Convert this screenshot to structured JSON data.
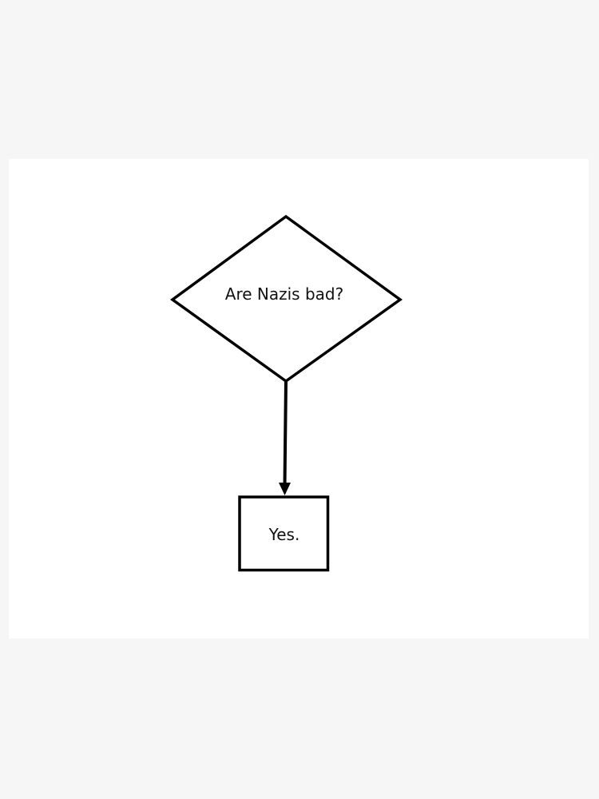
{
  "diagram": {
    "type": "flowchart",
    "colors": {
      "page_background": "#f6f6f6",
      "card_background": "#ffffff",
      "stroke": "#000000",
      "text": "#111111"
    },
    "nodes": [
      {
        "id": "decision",
        "shape": "diamond",
        "label": "Are Nazis bad?"
      },
      {
        "id": "result",
        "shape": "rectangle",
        "label": "Yes."
      }
    ],
    "edges": [
      {
        "from": "decision",
        "to": "result",
        "label": ""
      }
    ]
  }
}
